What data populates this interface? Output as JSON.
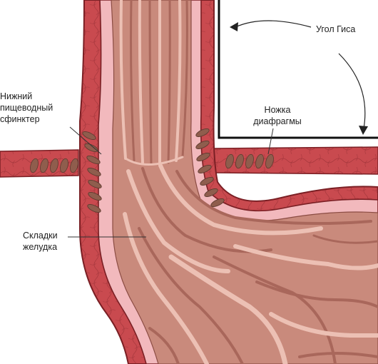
{
  "labels": {
    "lower_esophageal_sphincter": "Нижний\nпищеводный\nсфинктер",
    "gastric_folds": "Складки\nжелудка",
    "diaphragm_crus": "Ножка\nдиафрагмы",
    "angle_of_his": "Угол Гиса"
  },
  "colors": {
    "muscle_wall": "#c94a4f",
    "muscle_outline": "#7a1f24",
    "mucosa": "#c98a7c",
    "mucosa_light": "#ecc0b4",
    "fold_dark": "#a9675b",
    "pink_lining": "#f2b9bd",
    "sphincter_fiber": "#8f5d4d",
    "leader_line": "#333333"
  }
}
